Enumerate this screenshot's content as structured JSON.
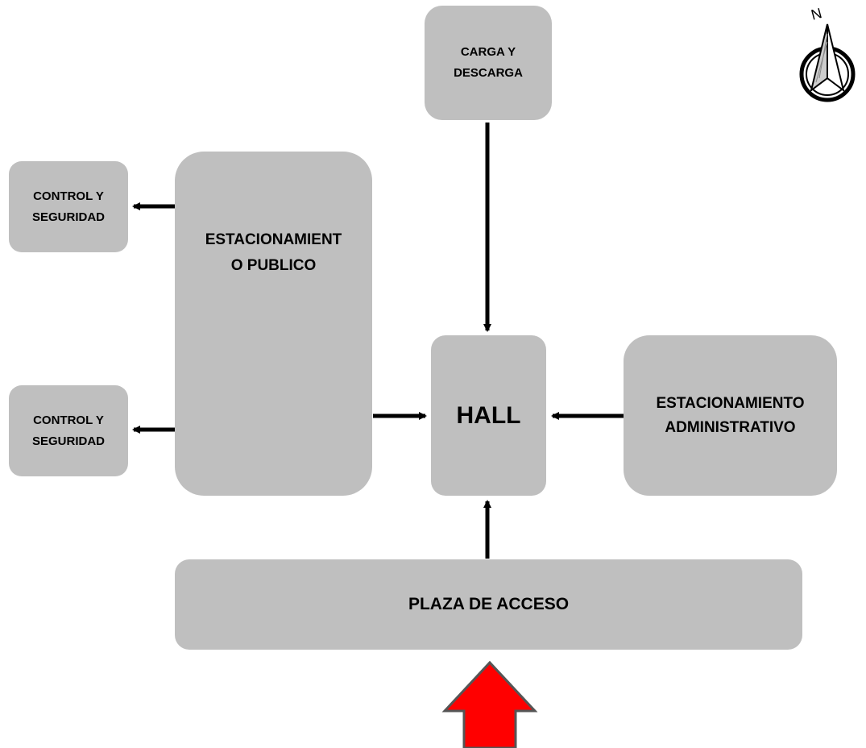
{
  "diagram": {
    "nodes": {
      "carga": {
        "label": "CARGA Y\nDESCARGA"
      },
      "control_1": {
        "label": "CONTROL Y\nSEGURIDAD"
      },
      "control_2": {
        "label": "CONTROL Y\nSEGURIDAD"
      },
      "estacionamiento_publico": {
        "label": "ESTACIONAMIENT\nO PUBLICO"
      },
      "hall": {
        "label": "HALL"
      },
      "estacionamiento_administrativo": {
        "label": "ESTACIONAMIENTO\nADMINISTRATIVO"
      },
      "plaza": {
        "label": "PLAZA DE ACCESO"
      }
    },
    "edges": [
      {
        "from": "carga",
        "to": "hall"
      },
      {
        "from": "estacionamiento_publico",
        "to": "control_1"
      },
      {
        "from": "estacionamiento_publico",
        "to": "control_2"
      },
      {
        "from": "estacionamiento_publico",
        "to": "hall"
      },
      {
        "from": "estacionamiento_administrativo",
        "to": "hall"
      },
      {
        "from": "plaza",
        "to": "hall"
      }
    ],
    "entrance_arrow": {
      "color": "#ff0000",
      "target": "plaza"
    },
    "compass": {
      "letter": "N"
    },
    "colors": {
      "node_fill": "#bfbfbf",
      "edge": "#000000",
      "background": "#ffffff"
    }
  }
}
